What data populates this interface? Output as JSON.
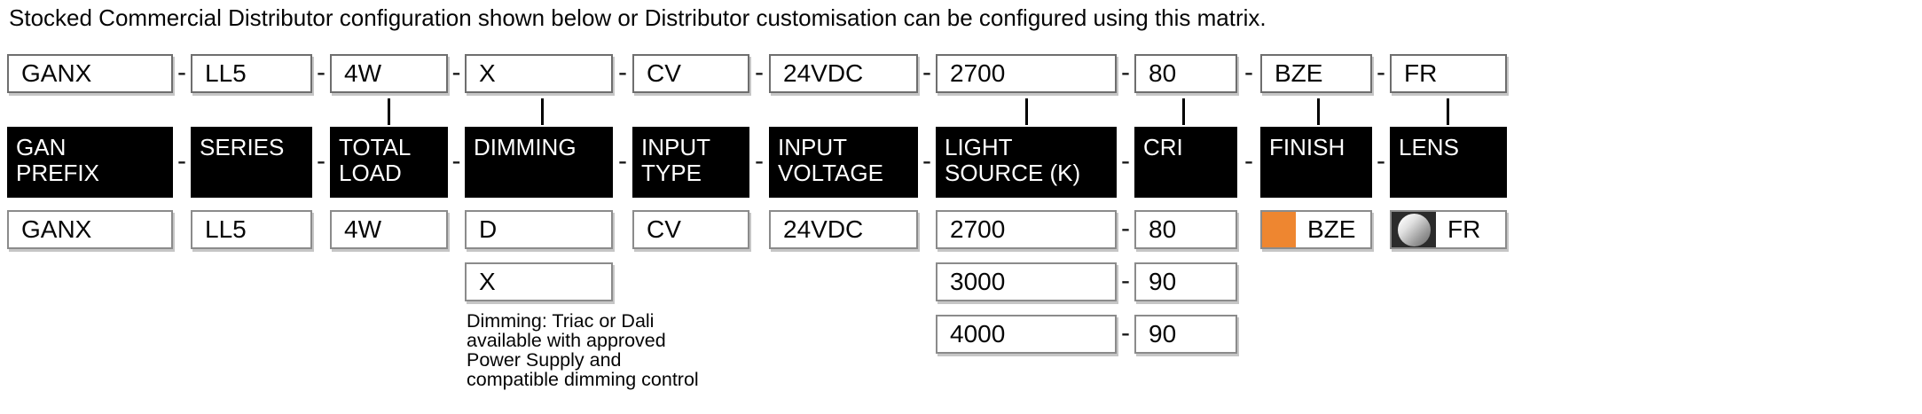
{
  "intro": "Stocked Commercial Distributor configuration shown below or Distributor customisation can be configured using this matrix.",
  "separator": "-",
  "colors": {
    "header_bg": "#000000",
    "finish_swatch_bronze": "#EE8630",
    "lens_swatch_square": "#2B2B2B",
    "box_border": "#6E6E6E"
  },
  "columns": [
    {
      "header": "GAN\nPREFIX",
      "stocked_code": "GANX",
      "options": [
        "GANX"
      ]
    },
    {
      "header": "SERIES",
      "stocked_code": "LL5",
      "options": [
        "LL5"
      ]
    },
    {
      "header": "TOTAL\nLOAD",
      "stocked_code": "4W",
      "options": [
        "4W"
      ]
    },
    {
      "header": "DIMMING",
      "stocked_code": "X",
      "options": [
        "D",
        "X"
      ]
    },
    {
      "header": "INPUT\nTYPE",
      "stocked_code": "CV",
      "options": [
        "CV"
      ]
    },
    {
      "header": "INPUT\nVOLTAGE",
      "stocked_code": "24VDC",
      "options": [
        "24VDC"
      ]
    },
    {
      "header": "LIGHT\nSOURCE (K)",
      "stocked_code": "2700",
      "options": [
        "2700",
        "3000",
        "4000"
      ]
    },
    {
      "header": "CRI",
      "stocked_code": "80",
      "options": [
        "80",
        "90",
        "90"
      ]
    },
    {
      "header": "FINISH",
      "stocked_code": "BZE",
      "options": [
        "BZE"
      ],
      "swatch": "bronze-orange"
    },
    {
      "header": "LENS",
      "stocked_code": "FR",
      "options": [
        "FR"
      ],
      "swatch": "frosted-circle"
    }
  ],
  "dimming_note": {
    "lines": [
      "Dimming: Triac or Dali",
      "available with approved",
      "Power Supply and",
      "compatible dimming control"
    ]
  }
}
